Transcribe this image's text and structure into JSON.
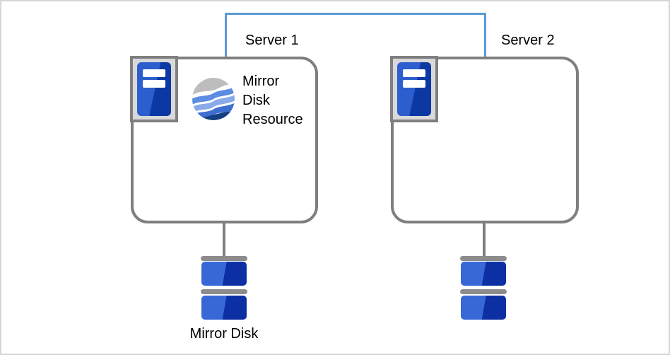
{
  "diagram": {
    "servers": [
      {
        "name": "Server 1"
      },
      {
        "name": "Server 2"
      }
    ],
    "resource": {
      "label": "Mirror\nDisk\nResource"
    },
    "disk": {
      "label": "Mirror Disk"
    },
    "colors": {
      "connector_blue": "#5b9bd5",
      "outline_gray": "#7f7f7f",
      "icon_panel_gray": "#d9d9d9",
      "tower_blue_light": "#2c5ece",
      "tower_blue_dark": "#0b38a3",
      "disk_blue_light": "#3768d6",
      "disk_blue_dark": "#0c30a4",
      "disk_cap_gray": "#8c8c8c",
      "stem_gray": "#808080",
      "globe_gray": "#bdbdbd",
      "globe_blue_medium": "#5b8ce2",
      "globe_blue_light": "#88abe8",
      "globe_blue_deep": "#3e6fd0",
      "globe_navy": "#153e7e"
    }
  }
}
